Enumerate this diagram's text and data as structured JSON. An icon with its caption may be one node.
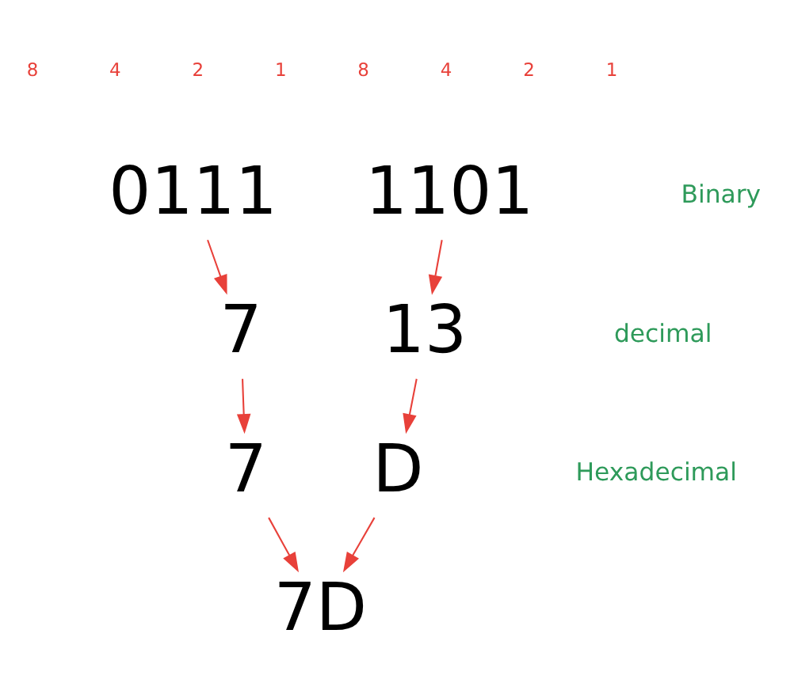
{
  "diagram": {
    "nodes": [
      {
        "text": [
          "0111"
        ]
      },
      {
        "text": [
          "1101"
        ]
      },
      {
        "text": [
          "7"
        ]
      },
      {
        "text": [
          "13"
        ]
      },
      {
        "text": [
          "7"
        ]
      },
      {
        "text": [
          "D"
        ]
      },
      {
        "text": [
          "7D"
        ]
      }
    ],
    "edges": [
      {
        "from": 0,
        "to": 2,
        "arrow": "to"
      },
      {
        "from": 1,
        "to": 3,
        "arrow": "to"
      },
      {
        "from": 2,
        "to": 4,
        "arrow": "to"
      },
      {
        "from": 3,
        "to": 5,
        "arrow": "to"
      },
      {
        "from": 4,
        "to": 6,
        "arrow": "to"
      },
      {
        "from": 5,
        "to": 6,
        "arrow": "to"
      }
    ],
    "labels": [
      "8",
      "4",
      "2",
      "1",
      "8",
      "4",
      "2",
      "1",
      "Binary",
      "decimal",
      "Hexadecimal"
    ]
  }
}
